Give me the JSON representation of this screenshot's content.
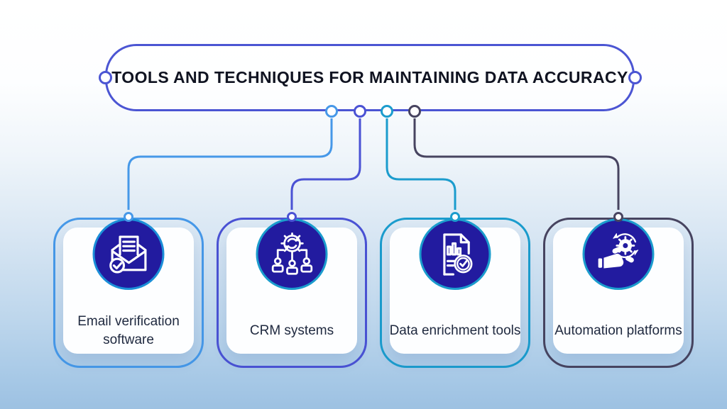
{
  "title": {
    "text": "TOOLS AND TECHNIQUES FOR MAINTAINING DATA ACCURACY"
  },
  "colors": {
    "title_border": "#4b55d3",
    "icon_fill": "#221b9f",
    "background_top": "#ffffff",
    "background_bottom": "#9dc1e2",
    "label_text": "#202a40",
    "title_text": "#101321"
  },
  "cards": [
    {
      "label": "Email verification software",
      "icon": "email-verification-icon",
      "accent": "#4698e8",
      "ring": "#1b8fd8"
    },
    {
      "label": "CRM systems",
      "icon": "crm-gear-people-icon",
      "accent": "#4a52d4",
      "ring": "#1b9ccd"
    },
    {
      "label": "Data enrichment tools",
      "icon": "document-chart-check-icon",
      "accent": "#1b9ccd",
      "ring": "#1b9ccd"
    },
    {
      "label": "Automation platforms",
      "icon": "hand-gear-automation-icon",
      "accent": "#474460",
      "ring": "#1b9ccd"
    }
  ]
}
